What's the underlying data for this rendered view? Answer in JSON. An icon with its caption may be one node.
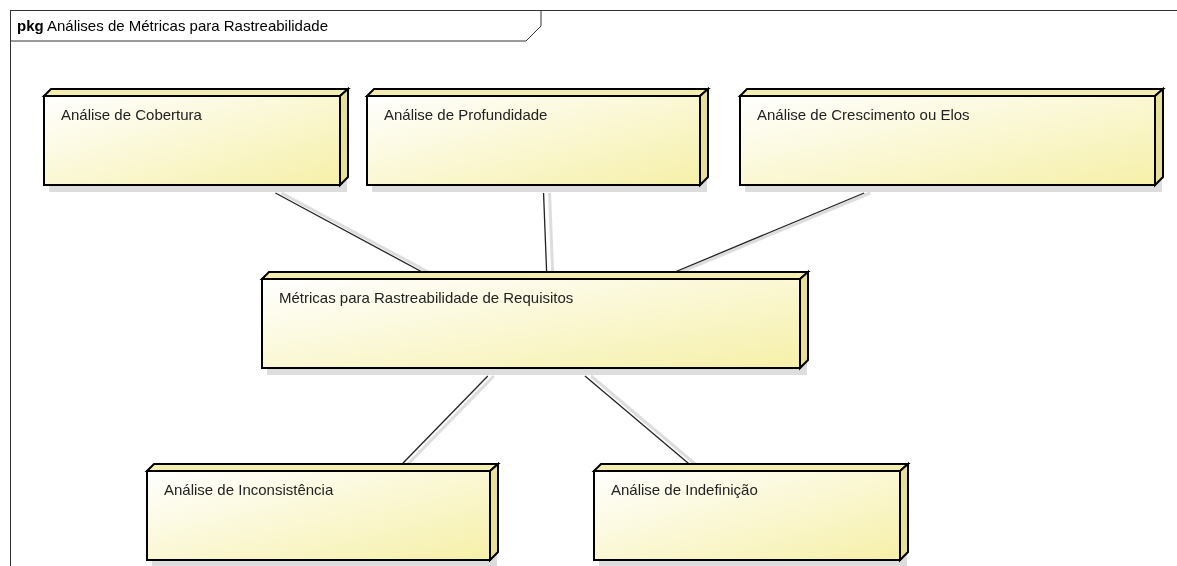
{
  "diagram": {
    "nodes": [
      {
        "text": [
          "**pkg** Análises de Métricas para Rastreabilidade"
        ]
      },
      {
        "text": [
          "Análise de Cobertura"
        ],
        "in": 0
      },
      {
        "text": [
          "Análise de Profundidade"
        ],
        "in": 0
      },
      {
        "text": [
          "Análise de Crescimento ou Elos"
        ],
        "in": 0
      },
      {
        "text": [
          "Métricas para Rastreabilidade de Requisitos"
        ],
        "in": 0
      },
      {
        "text": [
          "Análise de Inconsistência"
        ],
        "in": 0
      },
      {
        "text": [
          "Análise de Indefinição"
        ],
        "in": 0
      }
    ],
    "edges": [
      {
        "from": 1,
        "to": 4,
        "arrow": "none"
      },
      {
        "from": 2,
        "to": 4,
        "arrow": "none"
      },
      {
        "from": 3,
        "to": 4,
        "arrow": "none"
      },
      {
        "from": 4,
        "to": 5,
        "arrow": "none"
      },
      {
        "from": 4,
        "to": 6,
        "arrow": "none"
      }
    ]
  }
}
